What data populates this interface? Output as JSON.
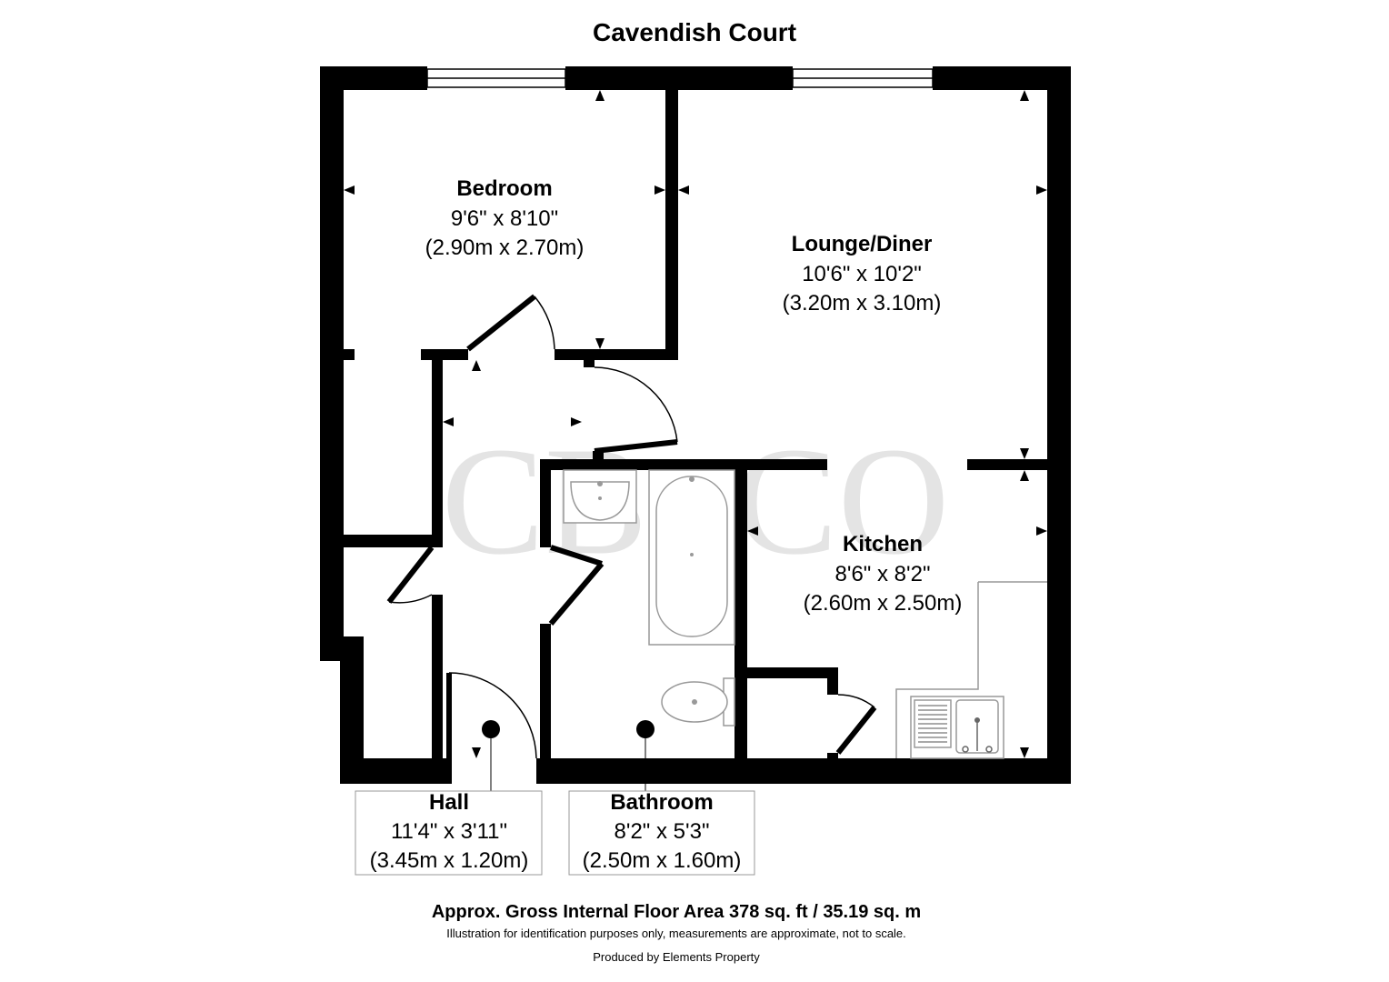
{
  "property_name": "Cavendish Court",
  "watermark": "CB+CO",
  "rooms": {
    "bedroom": {
      "name": "Bedroom",
      "imperial": "9'6\" x 8'10\"",
      "metric": "(2.90m x 2.70m)"
    },
    "lounge": {
      "name": "Lounge/Diner",
      "imperial": "10'6\" x 10'2\"",
      "metric": "(3.20m x 3.10m)"
    },
    "kitchen": {
      "name": "Kitchen",
      "imperial": "8'6\" x 8'2\"",
      "metric": "(2.60m x 2.50m)"
    },
    "hall": {
      "name": "Hall",
      "imperial": "11'4\" x 3'11\"",
      "metric": "(3.45m x 1.20m)"
    },
    "bathroom": {
      "name": "Bathroom",
      "imperial": "8'2\" x 5'3\"",
      "metric": "(2.50m x 1.60m)"
    }
  },
  "footer": {
    "area": "Approx. Gross Internal Floor Area 378 sq. ft / 35.19 sq. m",
    "disclaimer": "Illustration for identification purposes only, measurements are approximate, not to scale.",
    "credit": "Produced by Elements Property"
  },
  "colors": {
    "wall": "#000000",
    "watermark": "#e6e6e6",
    "fixture_line": "#999999"
  }
}
